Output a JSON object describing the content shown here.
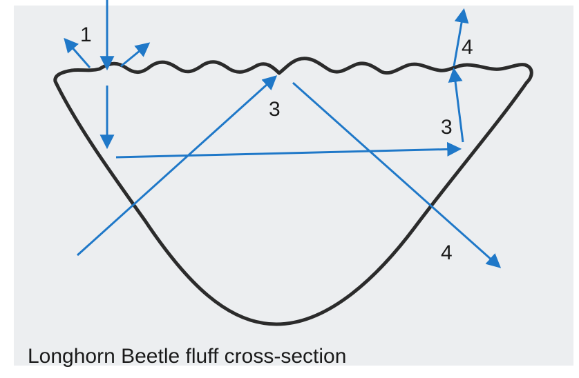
{
  "diagram": {
    "caption": "Longhorn Beetle fluff cross-section",
    "labels": [
      "1",
      "3",
      "3",
      "4",
      "4"
    ]
  },
  "colors": {
    "outline": "#2b2b2b",
    "arrow": "#1f78c8",
    "paper": "#eceef0",
    "text": "#1a1a1a"
  }
}
